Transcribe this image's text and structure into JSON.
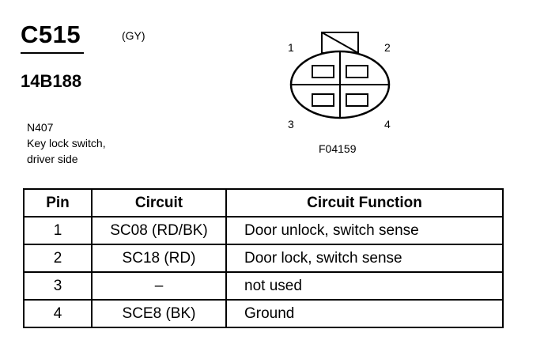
{
  "header": {
    "connector_id": "C515",
    "color_code": "(GY)",
    "part_number": "14B188",
    "description_lines": [
      "N407",
      "Key lock switch,",
      "driver side"
    ]
  },
  "diagram": {
    "pin_labels": [
      "1",
      "2",
      "3",
      "4"
    ],
    "figure_code": "F04159"
  },
  "table": {
    "headers": [
      "Pin",
      "Circuit",
      "Circuit Function"
    ],
    "rows": [
      {
        "pin": "1",
        "circuit": "SC08 (RD/BK)",
        "function": "Door unlock, switch sense"
      },
      {
        "pin": "2",
        "circuit": "SC18 (RD)",
        "function": "Door lock, switch sense"
      },
      {
        "pin": "3",
        "circuit": "–",
        "function": "not used"
      },
      {
        "pin": "4",
        "circuit": "SCE8 (BK)",
        "function": "Ground"
      }
    ]
  }
}
